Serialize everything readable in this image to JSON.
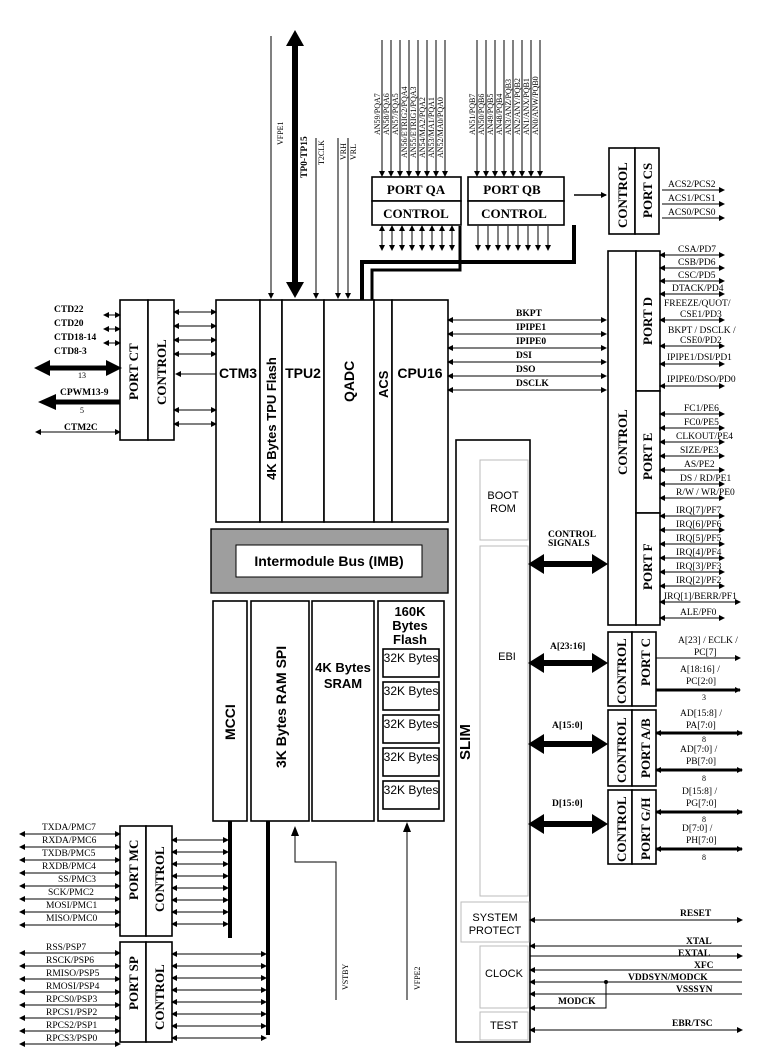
{
  "qa_pins": [
    "AN59/PQA7",
    "AN58/PQA6",
    "AN57/PQA5",
    "AN56/ETRIG2/PQA4",
    "AN55/ETRIG1/PQA3",
    "AN54/MA2/PQA2",
    "AN53/MA1/PQA1",
    "AN52/MA0/PQA0"
  ],
  "qb_pins": [
    "AN51/PQB7",
    "AN50/PQB6",
    "AN49/PQB5",
    "AN48/PQB4",
    "AN3/ANZ/PQB3",
    "AN2/ANY/PQB2",
    "AN1/ANX/PQB1",
    "AN0/ANW/PQB0"
  ],
  "top_signals": {
    "vfpe1": "VFPE1",
    "tp": "TP0-TP15",
    "t2clk": "T2CLK",
    "vrh": "VRH",
    "vrl": "VRL"
  },
  "port_qa": {
    "port": "PORT QA",
    "control": "CONTROL"
  },
  "port_qb": {
    "port": "PORT QB",
    "control": "CONTROL"
  },
  "port_cs": {
    "control": "CONTROL",
    "port": "PORT CS",
    "pins": [
      "ACS2/PCS2",
      "ACS1/PCS1",
      "ACS0/PCS0"
    ]
  },
  "port_ct": {
    "control": "CONTROL",
    "port": "PORT CT",
    "pins": [
      "CTD22",
      "CTD20",
      "CTD18-14",
      "CTD8-3",
      "CPWM13-9",
      "CTM2C"
    ],
    "bus1": "13",
    "bus2": "5"
  },
  "modules": {
    "ctm3": "CTM3",
    "tpu_flash": "4K Bytes TPU Flash",
    "tpu2": "TPU2",
    "qadc": "QADC",
    "acs": "ACS",
    "cpu16": "CPU16",
    "imb": "Intermodule Bus (IMB)",
    "mcci": "MCCI",
    "spi_ram": "3K Bytes RAM SPI",
    "sram_l1": "4K Bytes",
    "sram_l2": "SRAM",
    "flash_l1": "160K",
    "flash_l2": "Bytes",
    "flash_l3": "Flash",
    "flash_blocks": [
      "32K Bytes",
      "32K Bytes",
      "32K Bytes",
      "32K Bytes",
      "32K Bytes"
    ],
    "slim": "SLIM",
    "boot_rom_l1": "BOOT",
    "boot_rom_l2": "ROM",
    "ebi": "EBI",
    "sys_protect_l1": "SYSTEM",
    "sys_protect_l2": "PROTECT",
    "clock": "CLOCK",
    "test": "TEST"
  },
  "cpu_signals": [
    "BKPT",
    "IPIPE1",
    "IPIPE0",
    "DSI",
    "DSO",
    "DSCLK"
  ],
  "control_right": "CONTROL",
  "port_d": {
    "label": "PORT D",
    "pins": [
      "CSA/PD7",
      "CSB/PD6",
      "CSC/PD5",
      "DTACK/PD4",
      "FREEZE/QUOT/",
      "CSE1/PD3",
      "BKPT / DSCLK /",
      "CSE0/PD2",
      "IPIPE1/DSI/PD1",
      "IPIPE0/DSO/PD0"
    ]
  },
  "port_e": {
    "label": "PORT E",
    "pins": [
      "FC1/PE6",
      "FC0/PE5",
      "CLKOUT/PE4",
      "SIZE/PE3",
      "AS/PE2",
      "DS / RD/PE1",
      "R/W / WR/PE0"
    ]
  },
  "port_f": {
    "label": "PORT F",
    "pins": [
      "IRQ[7]/PF7",
      "IRQ[6]/PF6",
      "IRQ[5]/PF5",
      "IRQ[4]/PF4",
      "IRQ[3]/PF3",
      "IRQ[2]/PF2",
      "IRQ[1]/BERR/PF1",
      "ALE/PF0"
    ]
  },
  "control_signals": [
    "CONTROL",
    "SIGNALS"
  ],
  "port_c": {
    "control": "CONTROL",
    "port": "PORT C",
    "bus_label": "A[23:16]",
    "pins": [
      "A[23] / ECLK /",
      "PC[7]",
      "A[18:16] /",
      "PC[2:0]"
    ],
    "width": "3"
  },
  "port_ab": {
    "control": "CONTROL",
    "port": "PORT A/B",
    "bus_label": "A[15:0]",
    "pins": [
      "AD[15:8] /",
      "PA[7:0]",
      "AD[7:0] /",
      "PB[7:0]"
    ],
    "width1": "8",
    "width2": "8"
  },
  "port_gh": {
    "control": "CONTROL",
    "port": "PORT G/H",
    "bus_label": "D[15:0]",
    "pins": [
      "D[15:8] /",
      "PG[7:0]",
      "D[7:0] /",
      "PH[7:0]"
    ],
    "width1": "8",
    "width2": "8"
  },
  "port_mc": {
    "control": "CONTROL",
    "port": "PORT MC",
    "pins": [
      "TXDA/PMC7",
      "RXDA/PMC6",
      "TXDB/PMC5",
      "RXDB/PMC4",
      "SS/PMC3",
      "SCK/PMC2",
      "MOSI/PMC1",
      "MISO/PMC0"
    ]
  },
  "port_sp": {
    "control": "CONTROL",
    "port": "PORT SP",
    "pins": [
      "RSS/PSP7",
      "RSCK/PSP6",
      "RMISO/PSP5",
      "RMOSI/PSP4",
      "RPCS0/PSP3",
      "RPCS1/PSP2",
      "RPCS2/PSP1",
      "RPCS3/PSP0"
    ]
  },
  "bottom_signals": {
    "vstby": "VSTBY",
    "vfpe2": "VFPE2"
  },
  "system_pins": {
    "reset": "RESET",
    "xtal": "XTAL",
    "extal": "EXTAL",
    "xfc": "XFC",
    "vddsyn": "VDDSYN/MODCK",
    "vsssyn": "VSSSYN",
    "modck": "MODCK",
    "ebr": "EBR/TSC"
  }
}
